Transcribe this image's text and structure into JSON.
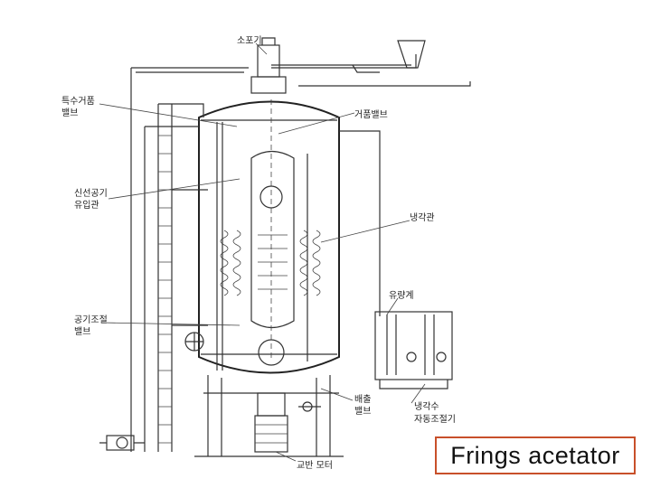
{
  "labels": {
    "aspirator": "소포기",
    "special_drain_valve": [
      "특수거품",
      "밸브"
    ],
    "foam_valve": "거품밸브",
    "fresh_air_inlet": [
      "신선공기",
      "유입관"
    ],
    "cooling_coil": "냉각관",
    "thermometer": "유량계",
    "air_control_valve": [
      "공기조절",
      "밸브"
    ],
    "drain_valve": [
      "배출",
      "밸브"
    ],
    "coolant_auto_control": [
      "냉각수",
      "자동조절기"
    ],
    "stirring_motor": "교반 모터"
  },
  "caption": "Frings acetator",
  "colors": {
    "caption_border": "#c8502a",
    "line": "#333333"
  }
}
